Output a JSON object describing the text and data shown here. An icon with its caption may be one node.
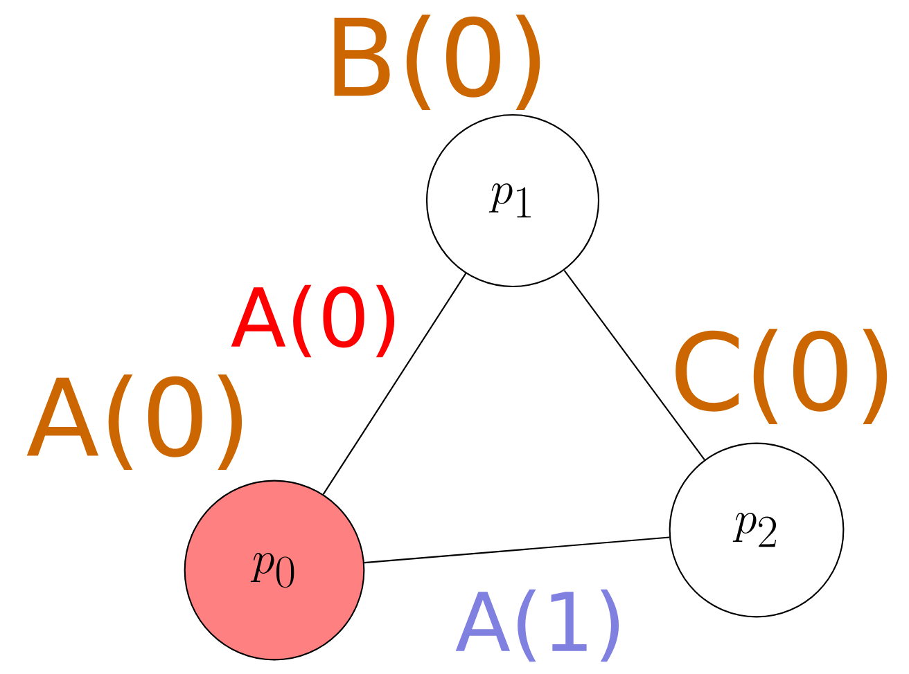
{
  "diagram": {
    "nodes": [
      {
        "text": [
          "p_{0}"
        ],
        "beside": [
          "A(0)"
        ]
      },
      {
        "text": [
          "p_{1}"
        ],
        "beside": [
          "B(0)"
        ]
      },
      {
        "text": [
          "p_{2}"
        ],
        "beside": [
          "C(0)"
        ]
      }
    ],
    "edges": [
      {
        "from": 0,
        "to": 1,
        "arrow": "none",
        "label": "A(0)"
      },
      {
        "from": 1,
        "to": 2,
        "arrow": "none"
      },
      {
        "from": 0,
        "to": 2,
        "arrow": "none",
        "label": "A(1)"
      }
    ]
  }
}
